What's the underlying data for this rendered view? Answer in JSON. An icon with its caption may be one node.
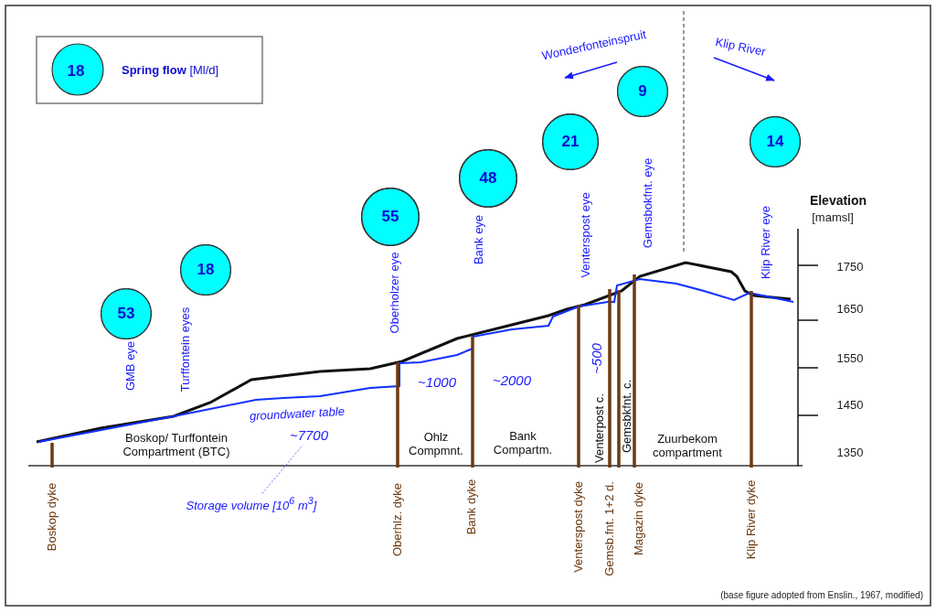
{
  "diagram": {
    "caption": "(base figure adopted from Enslin., 1967, modified)",
    "nodes": [
      {
        "text": [
          "53"
        ],
        "beside": [
          "GMB eye"
        ]
      },
      {
        "text": [
          "18"
        ],
        "beside": [
          "Turffontein eyes"
        ]
      },
      {
        "text": [
          "55"
        ],
        "beside": [
          "Oberholzer eye"
        ]
      },
      {
        "text": [
          "48"
        ],
        "beside": [
          "Bank eye"
        ]
      },
      {
        "text": [
          "21"
        ],
        "beside": [
          "Venterspost eye"
        ]
      },
      {
        "text": [
          "9"
        ],
        "beside": [
          "Gemsbokfnt. eye"
        ]
      },
      {
        "text": [
          "14"
        ],
        "beside": [
          "Klip River eye"
        ]
      },
      {
        "text": [
          "~7700"
        ]
      },
      {
        "text": [
          "Storage volume [10$^{6}$ m$^{3}$]"
        ]
      }
    ],
    "edges": [
      {
        "from": 8,
        "to": 7,
        "arrow": "none",
        "style": "dashed"
      }
    ],
    "labels": [
      "18",
      "Wonderfonteinspruit",
      "Klip River",
      "Elevation",
      "[mamsl]",
      "1750",
      "1650",
      "~500",
      "1550",
      "~1000",
      "~2000",
      "Venterpost c.",
      "Gemsbkfnt. c.",
      "groundwater table",
      "1450",
      "Boskop/ Turffontein Compartment (BTC)",
      "Ohlz Compmnt.",
      "Bank Compartm.",
      "Zuurbekom compartment",
      "1350",
      "Boskop dyke",
      "Oberhlz. dyke",
      "Bank dyke",
      "Venterspost dyke",
      "Gemsb.fnt. 1+2 d.",
      "Magazin dyke",
      "Klip River dyke"
    ],
    "legend": [
      {
        "text": "**Spring flow** [Ml/d]"
      }
    ]
  }
}
